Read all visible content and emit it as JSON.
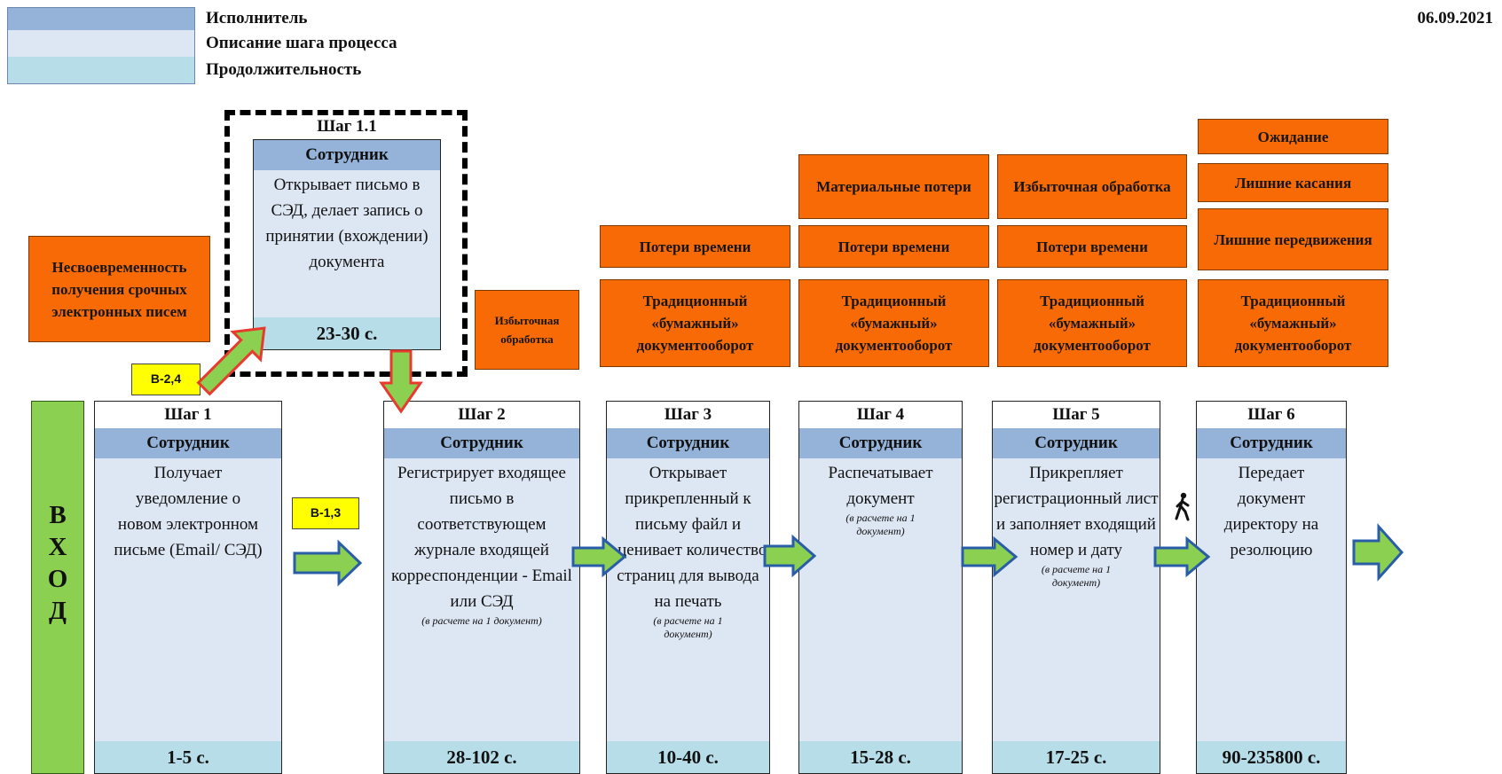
{
  "legend": {
    "performer": "Исполнитель",
    "description": "Описание шага процесса",
    "duration": "Продолжительность"
  },
  "date": "06.09.2021",
  "colors": {
    "role_header": "#95b3d9",
    "description_bg": "#dde6f3",
    "duration_bg": "#b6dde8",
    "issue": "#f86a05",
    "arrow": "#8cd052",
    "arrow_red": "#e63b2e",
    "badge": "#ffff00",
    "input": "#8cd052"
  },
  "input_label": [
    "В",
    "Х",
    "О",
    "Д"
  ],
  "badges": [
    "В-2,4",
    "В-1,3"
  ],
  "step_1_1": {
    "title": "Шаг 1.1",
    "role": "Сотрудник",
    "description": "Открывает письмо в СЭД, делает запись о принятии (вхождении) документа",
    "duration": "23-30 с."
  },
  "steps": [
    {
      "title": "Шаг 1",
      "role": "Сотрудник",
      "description": "Получает уведомление о новом электронном письме (Email/ СЭД)",
      "note": "",
      "duration": "1-5 с."
    },
    {
      "title": "Шаг 2",
      "role": "Сотрудник",
      "description": "Регистрирует входящее письмо в соответствующем журнале входящей корреспонденции - Email или СЭД",
      "note": "(в расчете на 1 документ)",
      "duration": "28-102 с."
    },
    {
      "title": "Шаг 3",
      "role": "Сотрудник",
      "description": "Открывает прикрепленный к письму файл и оценивает количество страниц для вывода на печать",
      "note": "(в расчете на 1 документ)",
      "duration": "10-40 с."
    },
    {
      "title": "Шаг 4",
      "role": "Сотрудник",
      "description": "Распечатывает документ",
      "note": "(в расчете на 1 документ)",
      "duration": "15-28 с."
    },
    {
      "title": "Шаг 5",
      "role": "Сотрудник",
      "description": "Прикрепляет регистрационный лист и заполняет входящий номер и дату",
      "note": "(в расчете на 1 документ)",
      "duration": "17-25 с."
    },
    {
      "title": "Шаг 6",
      "role": "Сотрудник",
      "description": "Передает документ директору на резолюцию",
      "note": "",
      "duration": "90-235800 с."
    }
  ],
  "issues": {
    "untimely": "Несвоевременность получения срочных электронных писем",
    "excess_processing_small": "Избыточная обработка",
    "s3_time": "Потери времени",
    "s3_paper": "Традиционный «бумажный» документооборот",
    "s4_material": "Материальные потери",
    "s4_time": "Потери времени",
    "s4_paper": "Традиционный «бумажный» документооборот",
    "s5_excess": "Избыточная обработка",
    "s5_time": "Потери времени",
    "s5_paper": "Традиционный «бумажный» документооборот",
    "s6_wait": "Ожидание",
    "s6_touches": "Лишние касания",
    "s6_movement": "Лишние передвижения",
    "s6_paper": "Традиционный «бумажный» документооборот"
  },
  "icons": {
    "walking": "walking-person-icon"
  }
}
